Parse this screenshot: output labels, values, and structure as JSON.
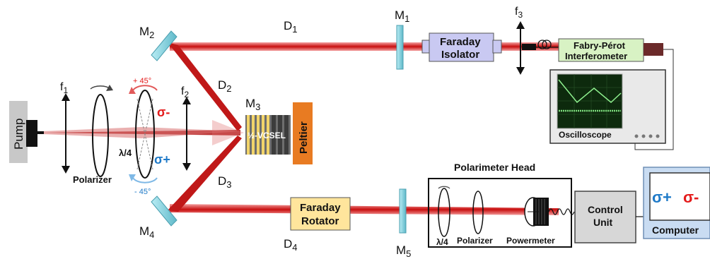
{
  "labels": {
    "pump": "Pump",
    "polarizer": "Polarizer",
    "f1": "f",
    "f1_sub": "1",
    "f2": "f",
    "f2_sub": "2",
    "f3": "f",
    "f3_sub": "3",
    "quarter_wave": "λ/4",
    "plus45": "+ 45°",
    "minus45": "- 45°",
    "sigma_minus": "σ-",
    "sigma_plus": "σ+",
    "m1": "M",
    "m1_sub": "1",
    "m2": "M",
    "m2_sub": "2",
    "m3": "M",
    "m3_sub": "3",
    "m4": "M",
    "m4_sub": "4",
    "m5": "M",
    "m5_sub": "5",
    "d1": "D",
    "d1_sub": "1",
    "d2": "D",
    "d2_sub": "2",
    "d3": "D",
    "d3_sub": "3",
    "d4": "D",
    "d4_sub": "4",
    "vcsel": "½-VCSEL",
    "peltier": "Peltier",
    "faraday_isolator_1": "Faraday",
    "faraday_isolator_2": "Isolator",
    "faraday_rotator_1": "Faraday",
    "faraday_rotator_2": "Rotator",
    "fabry_perot_1": "Fabry-Pérot",
    "fabry_perot_2": "Interferometer",
    "oscilloscope": "Oscilloscope",
    "polarimeter_head": "Polarimeter Head",
    "ph_quarter_wave": "λ/4",
    "ph_polarizer": "Polarizer",
    "ph_powermeter": "Powermeter",
    "control_unit_1": "Control",
    "control_unit_2": "Unit",
    "computer": "Computer",
    "comp_sigma_plus": "σ+",
    "comp_sigma_minus": "σ-"
  },
  "colors": {
    "beam": "#d42020",
    "mirror": "#7fd3e0",
    "pump_gray": "#c8c8c8",
    "peltier": "#e87b22",
    "faraday_isolator": "#c9c9f2",
    "faraday_rotator": "#ffe59c",
    "fabry_perot": "#d8f2c4",
    "computer_fill": "#c9dcf2",
    "sigma_minus": "#e41b1b",
    "sigma_plus": "#1f7ac8",
    "screen_green": "#2e7d2e"
  }
}
